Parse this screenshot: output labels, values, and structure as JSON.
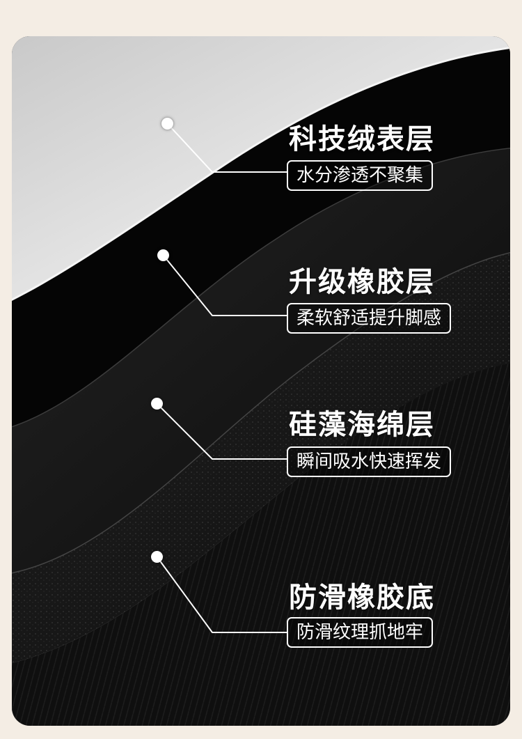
{
  "layers": [
    {
      "title": "科技绒表层",
      "subtitle": "水分渗透不聚集"
    },
    {
      "title": "升级橡胶层",
      "subtitle": "柔软舒适提升脚感"
    },
    {
      "title": "硅藻海绵层",
      "subtitle": "瞬间吸水快速挥发"
    },
    {
      "title": "防滑橡胶底",
      "subtitle": "防滑纹理抓地牢"
    }
  ],
  "colors": {
    "page_background": "#f4ede4",
    "surface_top": "#d9d9d9",
    "layer_dark": "#0c0c0c",
    "label": "#ffffff"
  }
}
